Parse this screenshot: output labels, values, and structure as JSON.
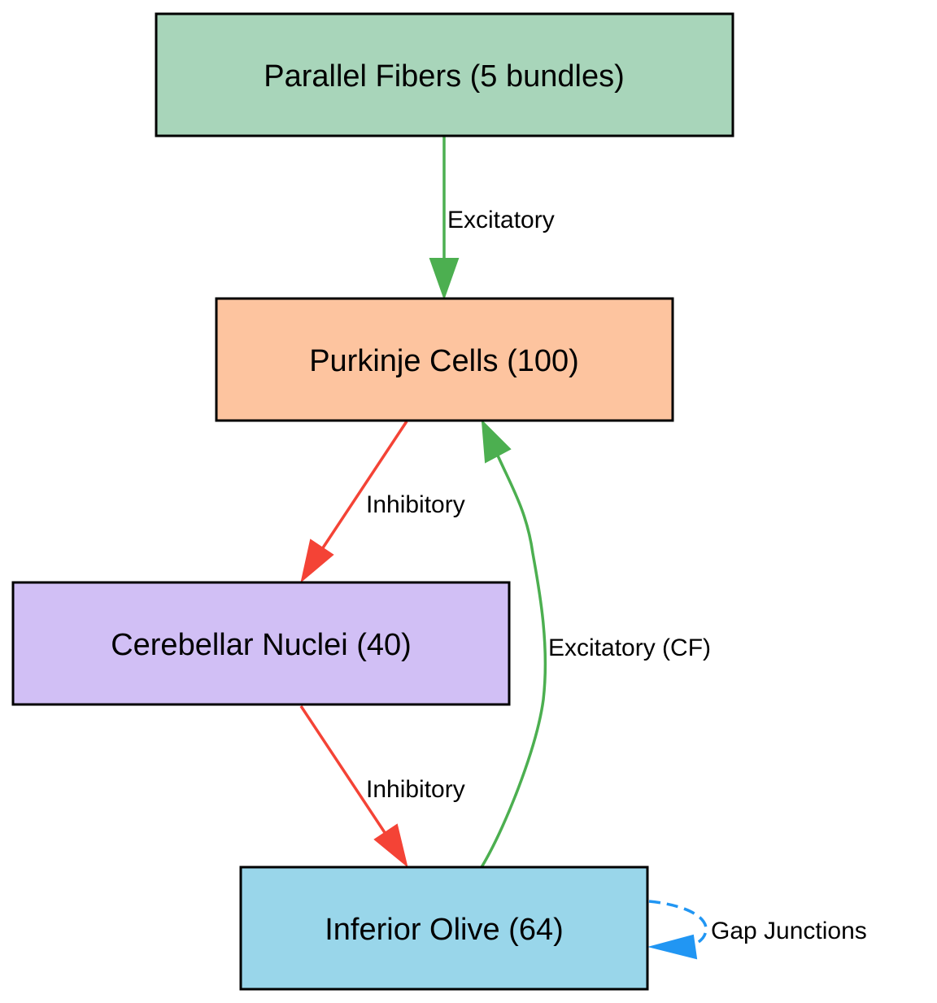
{
  "nodes": {
    "parallel_fibers": {
      "label": "Parallel Fibers (5 bundles)",
      "fill": "#a8d5ba"
    },
    "purkinje": {
      "label": "Purkinje Cells (100)",
      "fill": "#fdc49f"
    },
    "cerebellar_nuclei": {
      "label": "Cerebellar Nuclei (40)",
      "fill": "#d1bff5"
    },
    "inferior_olive": {
      "label": "Inferior Olive (64)",
      "fill": "#99d6ea"
    }
  },
  "edges": {
    "pf_to_pc": {
      "label": "Excitatory",
      "color": "#4caf50"
    },
    "pc_to_cn": {
      "label": "Inhibitory",
      "color": "#f44336"
    },
    "cn_to_io": {
      "label": "Inhibitory",
      "color": "#f44336"
    },
    "io_to_pc": {
      "label": "Excitatory (CF)",
      "color": "#4caf50"
    },
    "io_self": {
      "label": "Gap Junctions",
      "color": "#2196f3"
    }
  }
}
